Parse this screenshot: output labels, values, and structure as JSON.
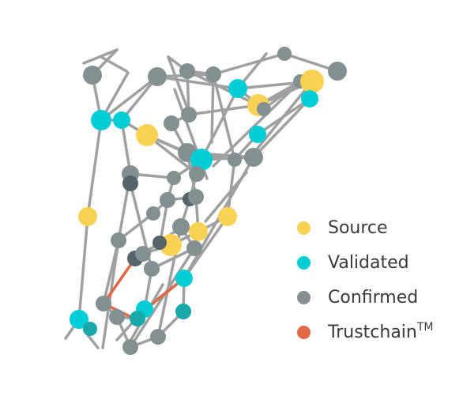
{
  "colors": {
    "source": "#f9d254",
    "validated": "#00cdd6",
    "confirmed": "#838f91",
    "confirmed_dark": "#56646a",
    "validated_dark": "#1aa8aa",
    "trustchain": "#e06a45",
    "edge": "#a0a0a0"
  },
  "legend": {
    "source": "Source",
    "validated": "Validated",
    "confirmed": "Confirmed",
    "trustchain": "Trustchain",
    "trustchain_mark": "TM"
  }
}
